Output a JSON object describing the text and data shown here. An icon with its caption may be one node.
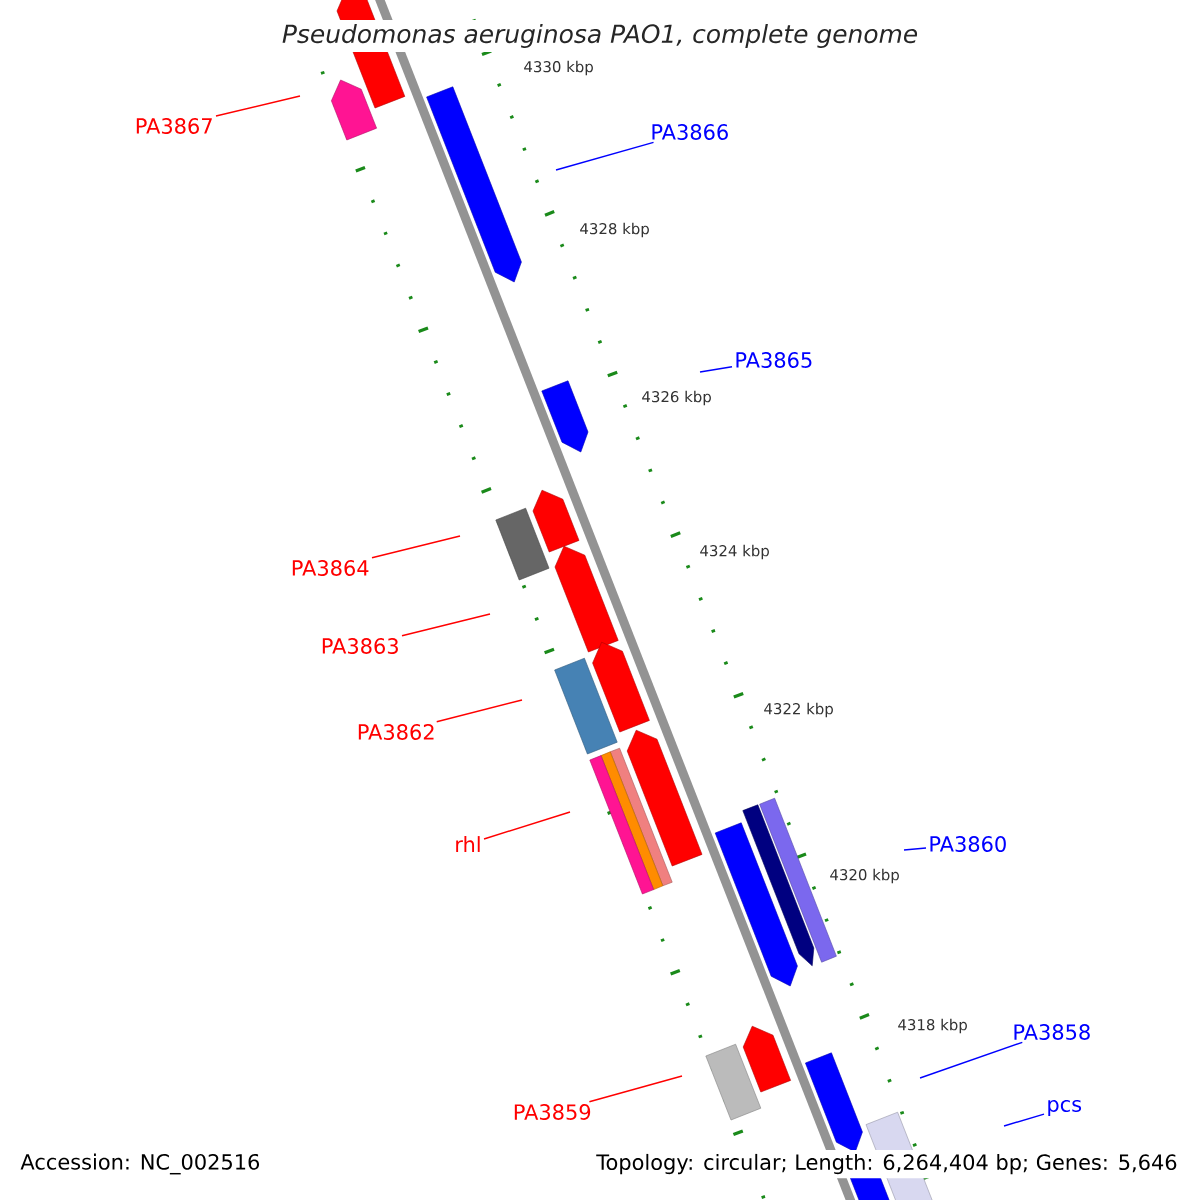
{
  "diagram": {
    "title": "Pseudomonas aeruginosa PAO1, complete genome",
    "nodes": [
      {
        "text": [
          "PA3867"
        ]
      },
      {
        "text": [
          "PA3866"
        ]
      },
      {
        "text": [
          "PA3865"
        ]
      },
      {
        "text": [
          "PA3864"
        ]
      },
      {
        "text": [
          "PA3863"
        ]
      },
      {
        "text": [
          "PA3862"
        ]
      },
      {
        "text": [
          "rhl"
        ]
      },
      {
        "text": [
          "PA3860"
        ]
      },
      {
        "text": [
          "PA3858"
        ]
      },
      {
        "text": [
          "PA3859"
        ]
      },
      {
        "text": [
          "pcs"
        ]
      }
    ],
    "edges": [
      {
        "from": 0,
        "to": null,
        "arrow": "none"
      },
      {
        "from": 1,
        "to": null,
        "arrow": "none",
        "color": "#0000ff"
      },
      {
        "from": 2,
        "to": null,
        "arrow": "none",
        "color": "#0000ff"
      },
      {
        "from": 3,
        "to": null,
        "arrow": "none"
      },
      {
        "from": 4,
        "to": null,
        "arrow": "none"
      },
      {
        "from": 5,
        "to": null,
        "arrow": "none"
      },
      {
        "from": 6,
        "to": null,
        "arrow": "none"
      },
      {
        "from": 7,
        "to": null,
        "arrow": "none",
        "color": "#0000ff"
      },
      {
        "from": 8,
        "to": null,
        "arrow": "none",
        "color": "#0000ff"
      },
      {
        "from": 9,
        "to": null,
        "arrow": "none"
      },
      {
        "from": 10,
        "to": null,
        "arrow": "none",
        "color": "#0000ff"
      }
    ],
    "labels": [
      "4330 kbp",
      "4328 kbp",
      "4326 kbp",
      "4324 kbp",
      "4322 kbp",
      "4320 kbp",
      "4318 kbp",
      "Accession: NC_002516",
      "Topology: circular; Length: 6,264,404 bp; Genes: 5,646"
    ]
  }
}
